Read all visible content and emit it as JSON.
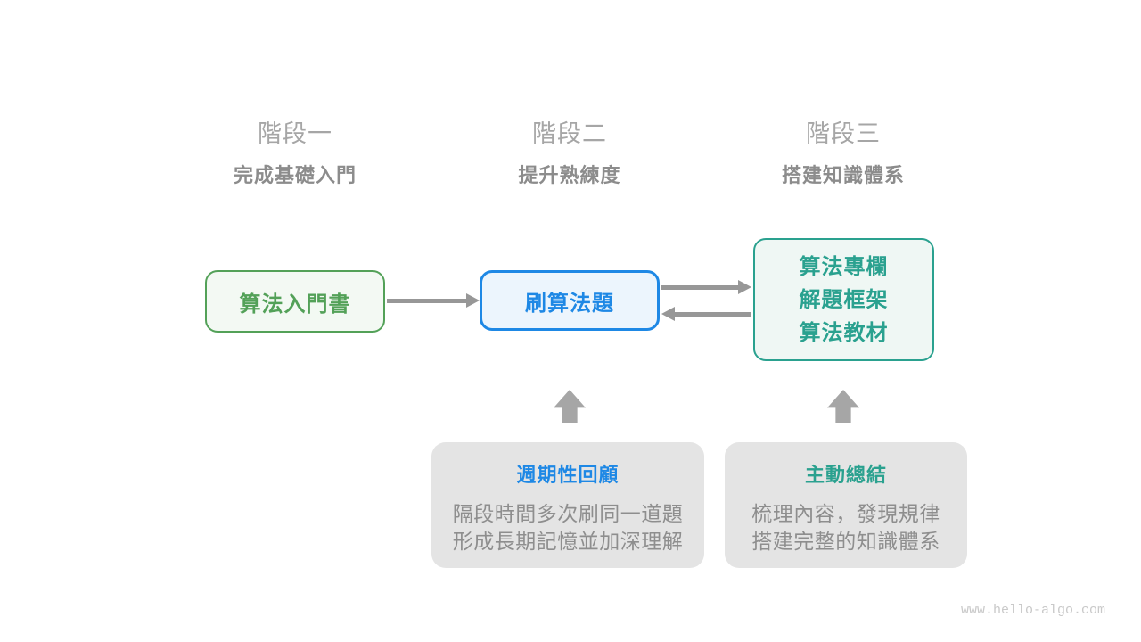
{
  "header": {
    "stages": [
      {
        "label": "階段一",
        "subtitle": "完成基礎入門"
      },
      {
        "label": "階段二",
        "subtitle": "提升熟練度"
      },
      {
        "label": "階段三",
        "subtitle": "搭建知識體系"
      }
    ]
  },
  "flow": {
    "stage1_node": {
      "label": "算法入門書"
    },
    "stage2_node": {
      "label": "刷算法題"
    },
    "stage3_node": {
      "line1": "算法專欄",
      "line2": "解題框架",
      "line3": "算法教材"
    }
  },
  "notes": [
    {
      "title": "週期性回顧",
      "line1": "隔段時間多次刷同一道題",
      "line2": "形成長期記憶並加深理解"
    },
    {
      "title": "主動總結",
      "line1": "梳理內容，發現規律",
      "line2": "搭建完整的知識體系"
    }
  ],
  "footer": {
    "watermark": "www.hello-algo.com"
  },
  "colors": {
    "green": "#53a158",
    "green_fill": "#f3f9f3",
    "blue": "#1e88e5",
    "blue_fill": "#ecf5fd",
    "teal": "#2aa18f",
    "teal_fill": "#eff7f4",
    "arrow": "#979797",
    "up_arrow": "#a6a6a6",
    "note_bg": "#e4e4e4",
    "stage_label": "#a6a6a6",
    "stage_subtitle": "#8c8c8c",
    "note_text": "#8e8e8e",
    "watermark": "#c9c9c9"
  }
}
